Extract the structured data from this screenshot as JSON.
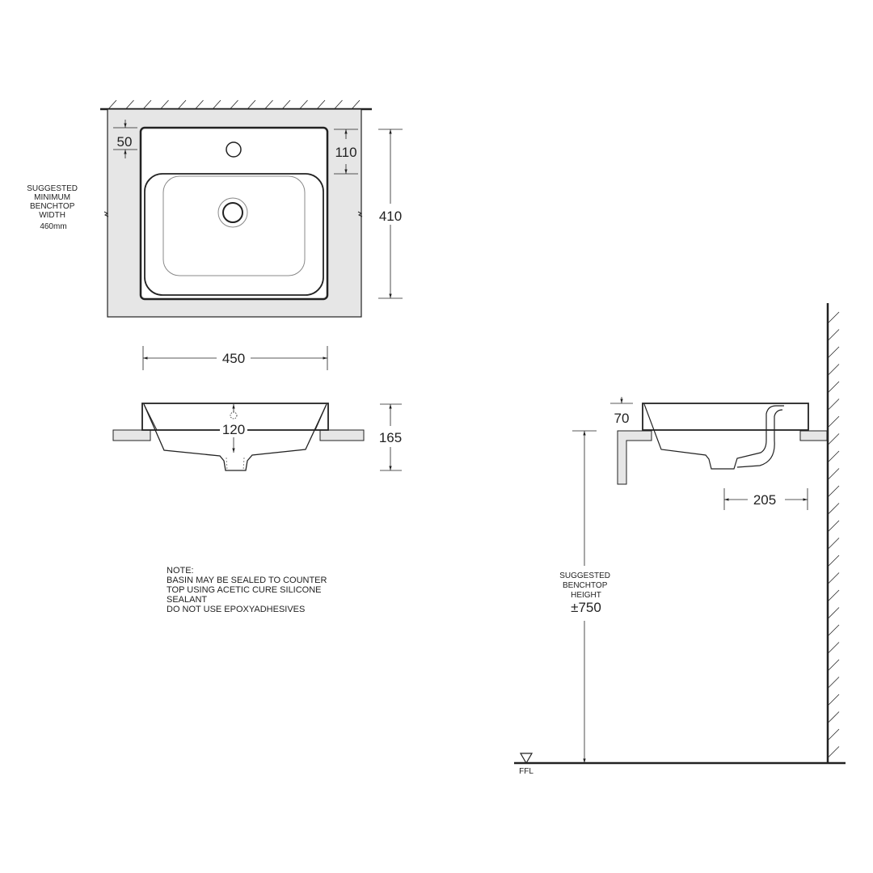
{
  "plan_view": {
    "benchtop_note": [
      "SUGGESTED",
      "MINIMUM",
      "BENCHTOP",
      "WIDTH",
      "460mm"
    ],
    "dim_rim_front": "50",
    "dim_tap_zone": "110",
    "dim_depth": "410",
    "dim_width": "450"
  },
  "front_elevation": {
    "dim_bowl_depth": "120",
    "dim_height": "165"
  },
  "note": {
    "title": "NOTE:",
    "lines": [
      "BASIN MAY BE SEALED TO COUNTER",
      "TOP USING ACETIC CURE SILICONE",
      "SEALANT",
      "DO NOT USE EPOXYADHESIVES"
    ]
  },
  "side_elevation": {
    "dim_above_bench": "70",
    "dim_waste_offset": "205",
    "height_note": [
      "SUGGESTED",
      "BENCHTOP",
      "HEIGHT"
    ],
    "height_value": "±750",
    "floor_label": "FFL"
  },
  "colors": {
    "line": "#222222",
    "benchtop": "#e6e6e6",
    "bowl_inner": "#888888"
  }
}
